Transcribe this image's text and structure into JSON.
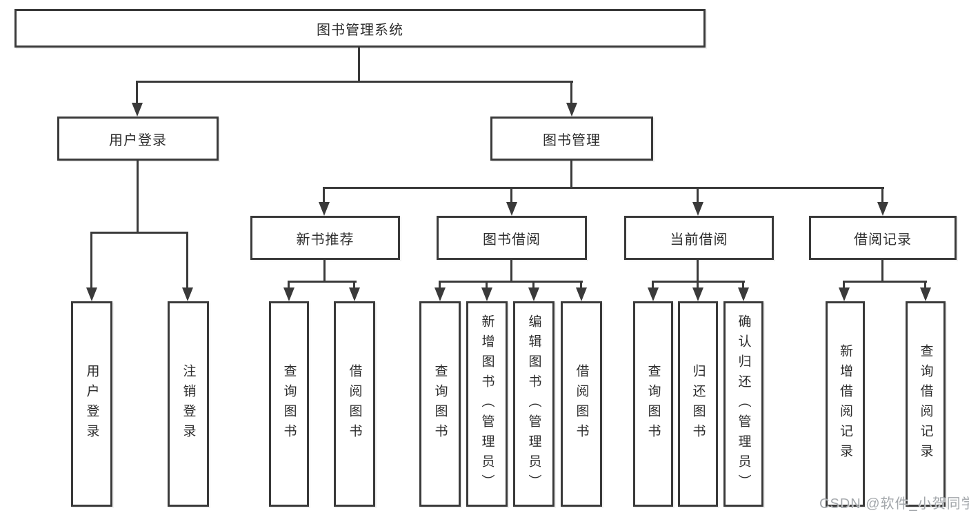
{
  "diagram": {
    "root": {
      "label": "图书管理系统"
    },
    "branches": [
      {
        "label": "用户登录",
        "children": [
          {
            "label": "用户登录"
          },
          {
            "label": "注销登录"
          }
        ]
      },
      {
        "label": "图书管理",
        "groups": [
          {
            "label": "新书推荐",
            "children": [
              {
                "label": "查询图书"
              },
              {
                "label": "借阅图书"
              }
            ]
          },
          {
            "label": "图书借阅",
            "children": [
              {
                "label": "查询图书"
              },
              {
                "label": "新增图书（管理员）"
              },
              {
                "label": "编辑图书（管理员）"
              },
              {
                "label": "借阅图书"
              }
            ]
          },
          {
            "label": "当前借阅",
            "children": [
              {
                "label": "查询图书"
              },
              {
                "label": "归还图书"
              },
              {
                "label": "确认归还（管理员）"
              }
            ]
          },
          {
            "label": "借阅记录",
            "children": [
              {
                "label": "新增借阅记录"
              },
              {
                "label": "查询借阅记录"
              }
            ]
          }
        ]
      }
    ]
  },
  "watermark": {
    "text": "CSDN @软件_小贺同学"
  },
  "colors": {
    "line": "#3a3a3a",
    "text": "#2d2d2d",
    "watermark": "#a3a7ab",
    "background": "#ffffff"
  }
}
